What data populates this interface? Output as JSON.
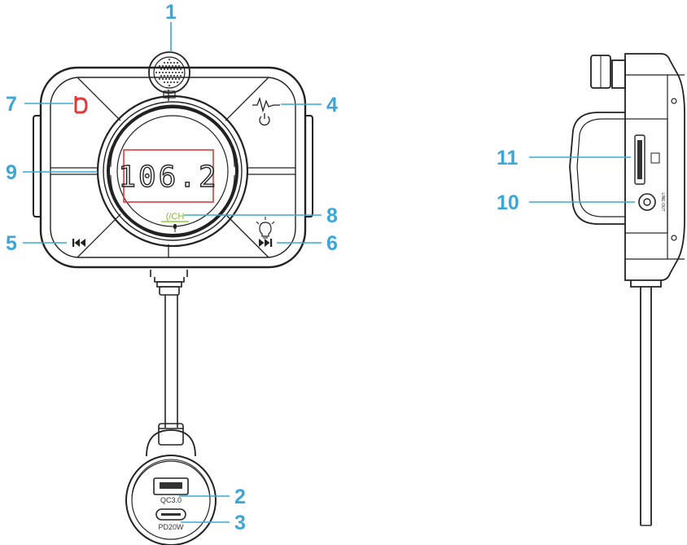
{
  "display": {
    "frequency": "106.2"
  },
  "front": {
    "ch_label": "(/CH",
    "port_qc_label": "QC3.0",
    "port_pd_label": "PD20W"
  },
  "side": {
    "line_out_label": "LINE OUT"
  },
  "callouts": [
    "1",
    "2",
    "3",
    "4",
    "5",
    "6",
    "7",
    "8",
    "9",
    "10",
    "11"
  ],
  "colors": {
    "callout": "#3aa7d8",
    "outline": "#222222",
    "bass_logo": "#e03a3a",
    "ch_label": "#7fbf1e",
    "highlight_box": "#e03a3a"
  },
  "icons": [
    "microphone-grille-icon",
    "bass-boost-icon",
    "pulse-icon",
    "power-icon",
    "previous-track-icon",
    "next-track-icon",
    "light-bulb-icon",
    "mic-icon"
  ]
}
